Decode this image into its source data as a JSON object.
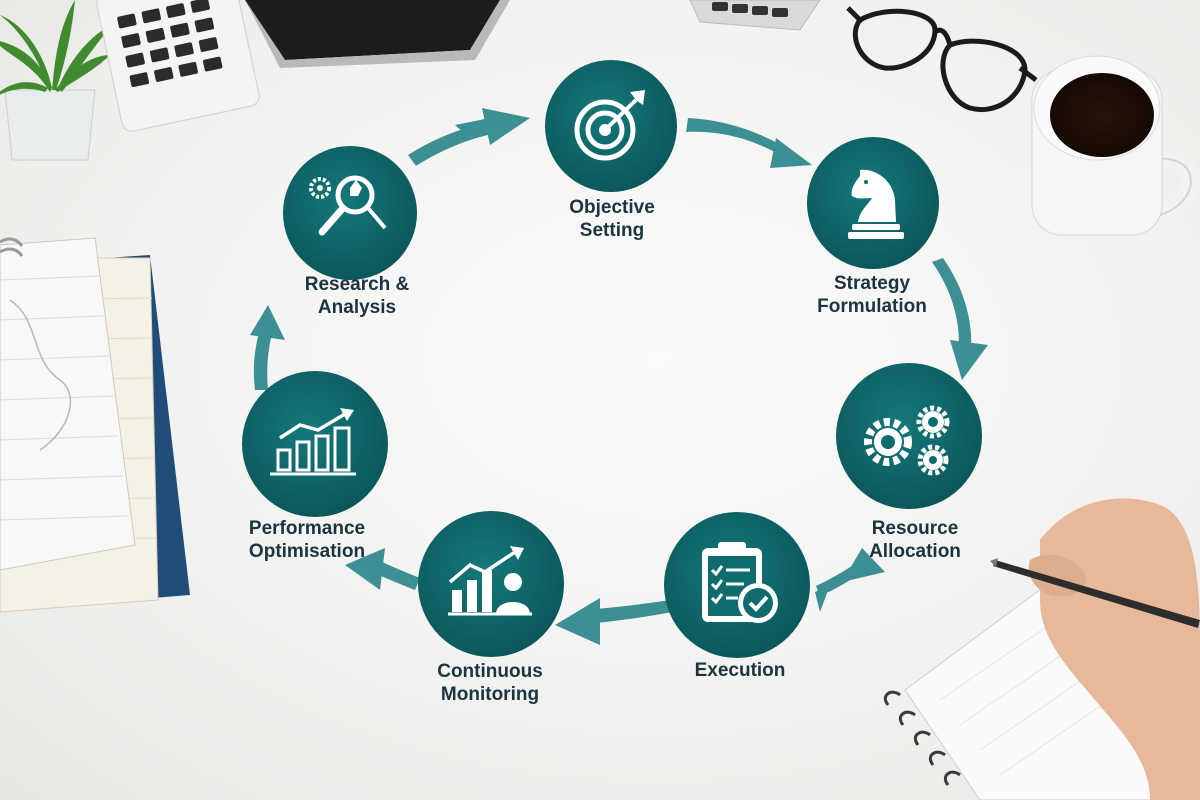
{
  "diagram": {
    "accent_color": "#0e6b6e",
    "arrow_color": "#3c8f93",
    "text_color": "#1c3340",
    "steps": [
      {
        "line1": "Objective",
        "line2": "Setting",
        "icon": "target-arrow-icon"
      },
      {
        "line1": "Strategy",
        "line2": "Formulation",
        "icon": "chess-knight-icon"
      },
      {
        "line1": "Resource",
        "line2": "Allocation",
        "icon": "gears-icon"
      },
      {
        "line1": "Execution",
        "line2": "",
        "icon": "clipboard-checklist-icon"
      },
      {
        "line1": "Continuous",
        "line2": "Monitoring",
        "icon": "chart-person-icon"
      },
      {
        "line1": "Performance",
        "line2": "Optimisation",
        "icon": "growth-bar-chart-icon"
      },
      {
        "line1": "Research &",
        "line2": "Analysis",
        "icon": "magnifier-gear-icon"
      }
    ]
  }
}
